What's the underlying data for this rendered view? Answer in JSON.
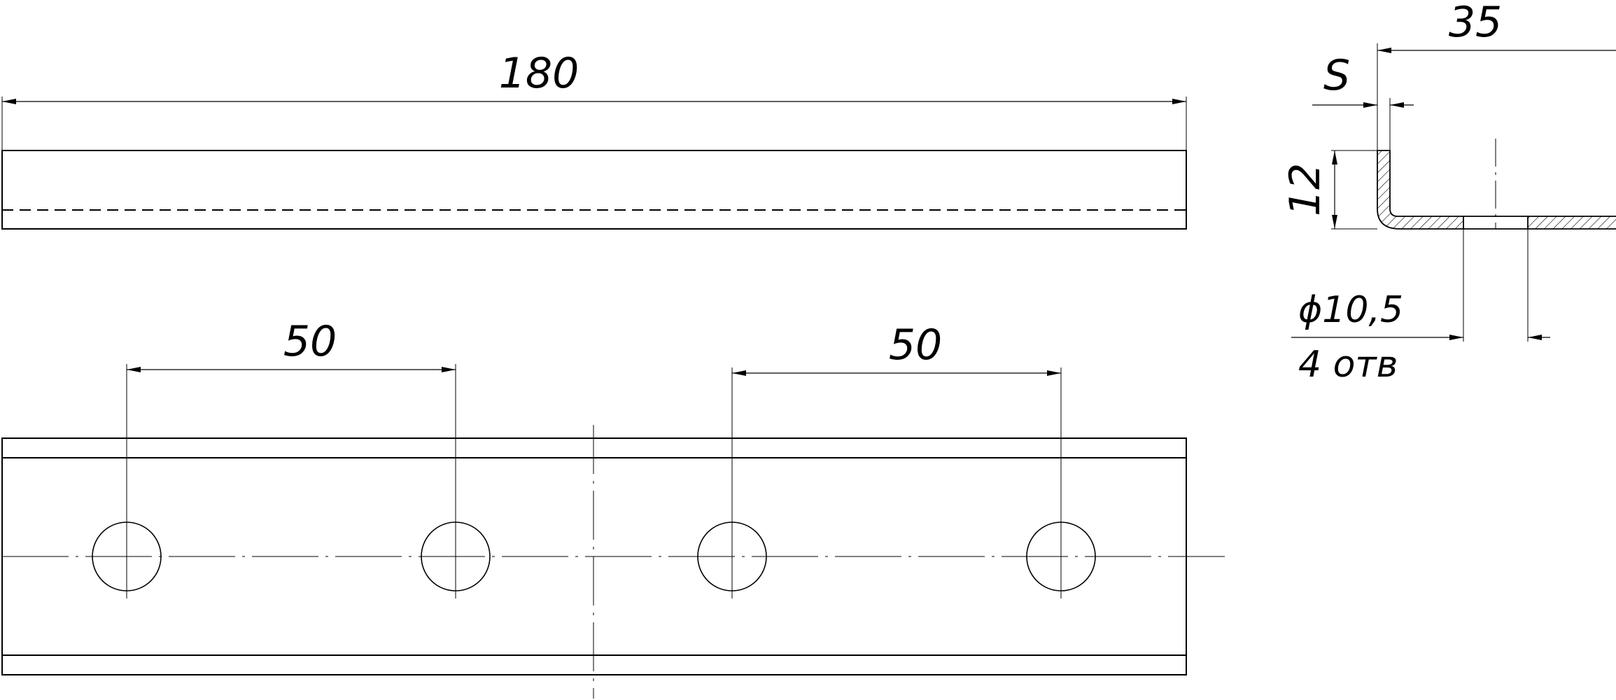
{
  "colors": {
    "line": "#000000",
    "background": "#ffffff"
  },
  "top_view": {
    "length_label": "180"
  },
  "plan_view": {
    "spacing_left_label": "50",
    "spacing_right_label": "50",
    "hole_count_drawn": 4
  },
  "section_view": {
    "width_label": "35",
    "thickness_label": "S",
    "height_label": "12",
    "hole_diameter_label": "ϕ10,5",
    "hole_count_label": "4 отв"
  }
}
